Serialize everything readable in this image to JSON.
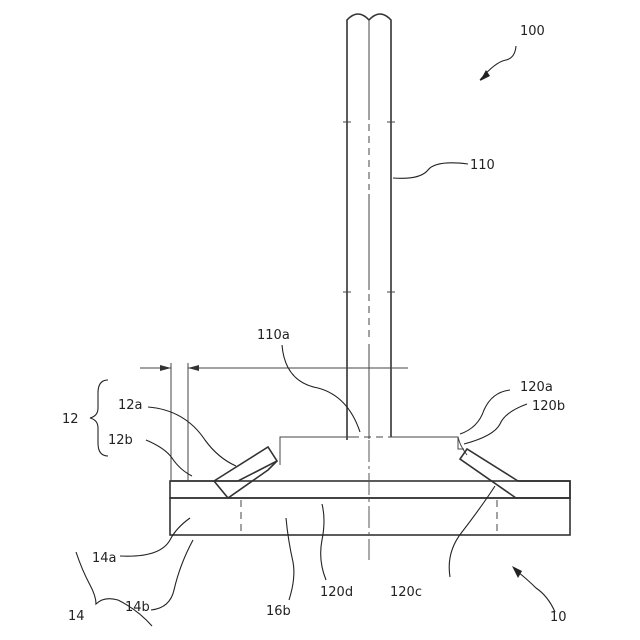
{
  "labels": {
    "assembly": "100",
    "shaft": "110",
    "shaft_end": "110a",
    "group_12": "12",
    "p12a": "12a",
    "p12b": "12b",
    "p120a": "120a",
    "p120b": "120b",
    "p120c": "120c",
    "p120d": "120d",
    "p14a": "14a",
    "p14b": "14b",
    "p16b": "16b",
    "group_14": "14",
    "base": "10"
  }
}
